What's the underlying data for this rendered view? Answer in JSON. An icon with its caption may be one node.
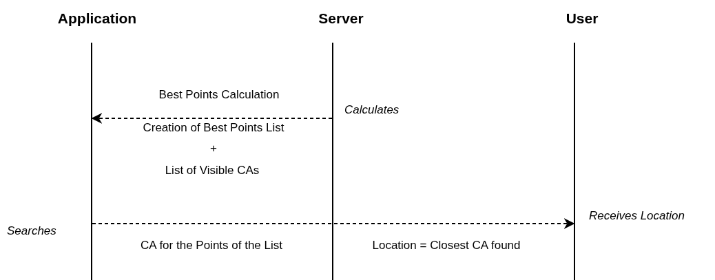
{
  "diagram": {
    "nodes": [
      {
        "text": [
          "Application"
        ]
      },
      {
        "text": [
          "Server"
        ]
      },
      {
        "text": [
          "User"
        ]
      }
    ],
    "edges": [
      {
        "from": 1,
        "to": 0,
        "arrow": "to",
        "style": "dashed",
        "label": "Best Points Calculation"
      },
      {
        "from": 0,
        "to": 2,
        "arrow": "to",
        "style": "dashed"
      }
    ],
    "labels": [
      "Calculates",
      "Creation of Best Points List",
      "+",
      "List of Visible CAs",
      "Searches",
      "Receives Location",
      "CA for the Points of the List",
      "Location = Closest CA found"
    ]
  }
}
